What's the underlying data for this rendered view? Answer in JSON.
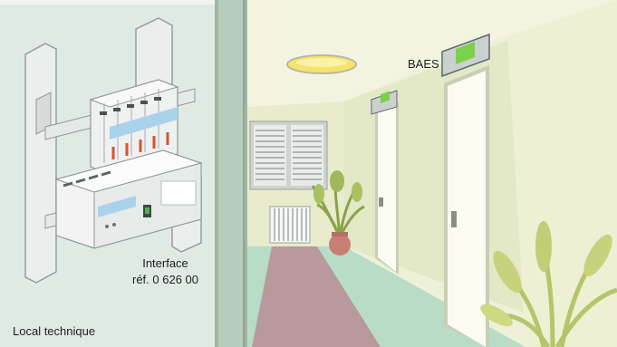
{
  "labels": {
    "baes": "BAES",
    "interface_line1": "Interface",
    "interface_line2": "réf. 0 626 00",
    "room": "Local technique"
  },
  "colors": {
    "technical_room_bg": "#dfeae4",
    "corridor_wall": "#eef0d8",
    "corridor_floor": "#b9dcc6",
    "runner": "#b89a9c",
    "ceiling_light": "#f6e46a",
    "baes_light": "#7ad14a",
    "door": "#fbfbf2"
  },
  "icons": {
    "interface": "emergency-lighting-interface-module",
    "breakers": "circuit-breaker-row",
    "baes": "emergency-exit-light-icon",
    "plant": "potted-plant-icon",
    "radiator": "radiator-icon",
    "window": "window-shutter-icon"
  }
}
